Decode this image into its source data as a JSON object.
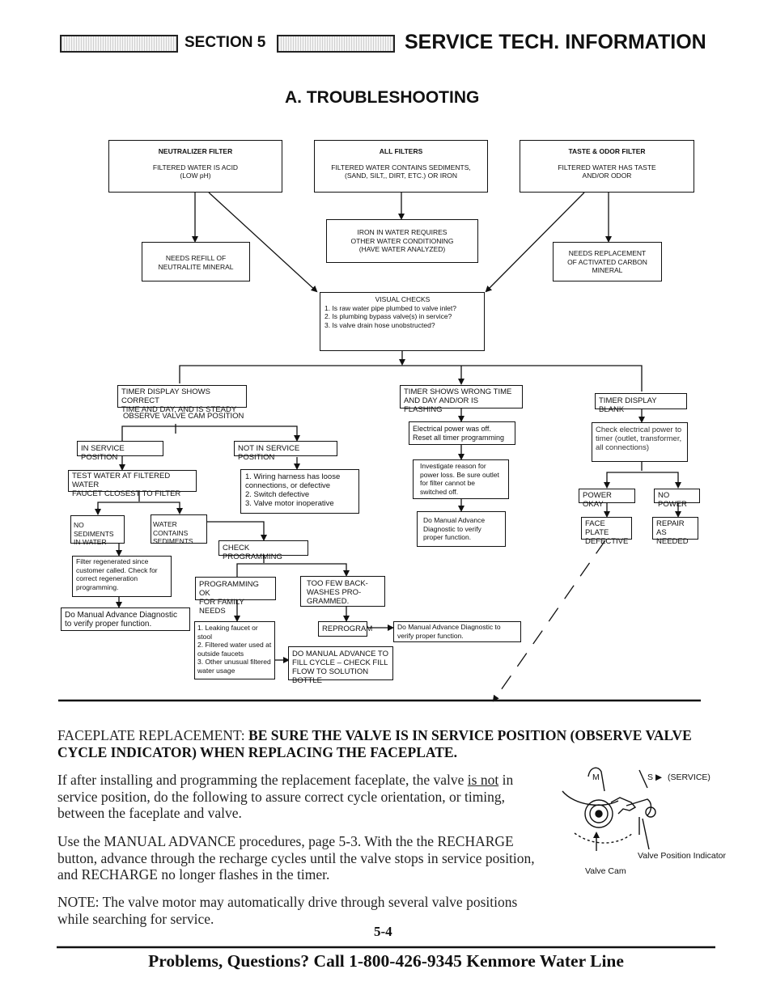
{
  "header": {
    "section": "SECTION 5",
    "title": "SERVICE TECH. INFORMATION",
    "subtitle": "A. TROUBLESHOOTING"
  },
  "flowchart": {
    "top_boxes": [
      {
        "title": "NEUTRALIZER FILTER",
        "body": "FILTERED WATER IS ACID\n(LOW pH)"
      },
      {
        "title": "ALL FILTERS",
        "body": "FILTERED WATER CONTAINS SEDIMENTS,\n(SAND, SILT,, DIRT, ETC.) OR IRON"
      },
      {
        "title": "TASTE & ODOR FILTER",
        "body": "FILTERED WATER HAS TASTE\nAND/OR ODOR"
      }
    ],
    "neutralite": "NEEDS REFILL OF\nNEUTRALITE MINERAL",
    "iron": "IRON IN WATER REQUIRES\nOTHER WATER CONDITIONING\n(HAVE WATER ANALYZED)",
    "carbon": "NEEDS REPLACEMENT\nOF ACTIVATED CARBON\nMINERAL",
    "visual_checks": {
      "title": "VISUAL CHECKS",
      "items": [
        "1.  Is raw water pipe plumbed to valve inlet?",
        "2.  Is plumbing bypass valve(s) in service?",
        "3.  Is valve drain hose unobstructed?"
      ]
    },
    "left": {
      "timer_correct": "TIMER DISPLAY SHOWS CORRECT\nTIME AND DAY, AND IS STEADY",
      "observe": "OBSERVE VALVE CAM POSITION",
      "in_service": "IN SERVICE POSITION",
      "not_in_service": "NOT IN SERVICE POSITION",
      "test_water": "TEST WATER AT FILTERED WATER\nFAUCET CLOSEST TO FILTER",
      "wiring": [
        "1.  Wiring harness has loose connections, or defective",
        "2.  Switch defective",
        "3.  Valve motor inoperative"
      ],
      "no_sediments": "NO SEDIMENTS\nIN WATER",
      "water_contains": "WATER CONTAINS\nSEDIMENTS",
      "check_programming": "CHECK PROGRAMMING",
      "filter_regenerated": "Filter regenerated since customer called. Check for correct regeneration programming.",
      "programming_ok": "PROGRAMMING OK\nFOR FAMILY NEEDS",
      "too_few": "TOO FEW BACK-\nWASHES PRO-\nGRAMMED.",
      "do_manual_left": "Do Manual Advance Diagnostic\nto verify proper function.",
      "leaking": [
        "1.  Leaking faucet or stool",
        "2.  Filtered water used at outside faucets",
        "3.  Other unusual filtered water usage"
      ],
      "reprogram": "REPROGRAM",
      "do_manual_mid": "Do Manual Advance Diagnostic to\nverify proper function.",
      "manual_fill": "DO MANUAL ADVANCE TO\nFILL CYCLE – CHECK FILL\nFLOW TO SOLUTION BOTTLE"
    },
    "middle": {
      "timer_wrong": "TIMER SHOWS WRONG TIME\nAND DAY AND/OR IS FLASHING",
      "power_off": "Electrical power was off.\nReset all timer programming",
      "investigate": "Investigate reason for power loss. Be sure outlet for filter cannot be switched off.",
      "do_manual": "Do Manual Advance Diagnostic to verify proper function."
    },
    "right": {
      "blank": "TIMER DISPLAY BLANK",
      "check_power": "Check electrical power to timer (outlet, transformer, all connections)",
      "power_okay": "POWER OKAY",
      "no_power": "NO POWER",
      "faceplate": "FACE PLATE\nDEFECTIVE",
      "repair": "REPAIR AS\nNEEDED"
    }
  },
  "body": {
    "faceplate_lead": "FACEPLATE REPLACEMENT: ",
    "faceplate_bold": "BE SURE THE VALVE IS IN SERVICE POSITION (OBSERVE VALVE CYCLE INDICATOR) WHEN REPLACING THE FACEPLATE.",
    "p1_a": "If after installing and programming the replacement faceplate, the valve ",
    "p1_u": "is not",
    "p1_b": " in service position, do the following to assure correct cycle orientation, or timing, between the faceplate and valve.",
    "p2": "Use the MANUAL ADVANCE procedures, page 5-3. With the the RECHARGE button, advance through the recharge cycles until the valve stops in service position, and RECHARGE no longer flashes in the timer.",
    "p3": "NOTE: The valve motor may automatically drive through several valve positions while searching for service."
  },
  "figure": {
    "m": "M",
    "s": "S",
    "service": "(SERVICE)",
    "valve_cam": "Valve\nCam",
    "valve_indicator": "Valve\nPosition\nIndicator"
  },
  "page_number": "5-4",
  "footer": "Problems, Questions? Call 1-800-426-9345 Kenmore Water Line"
}
